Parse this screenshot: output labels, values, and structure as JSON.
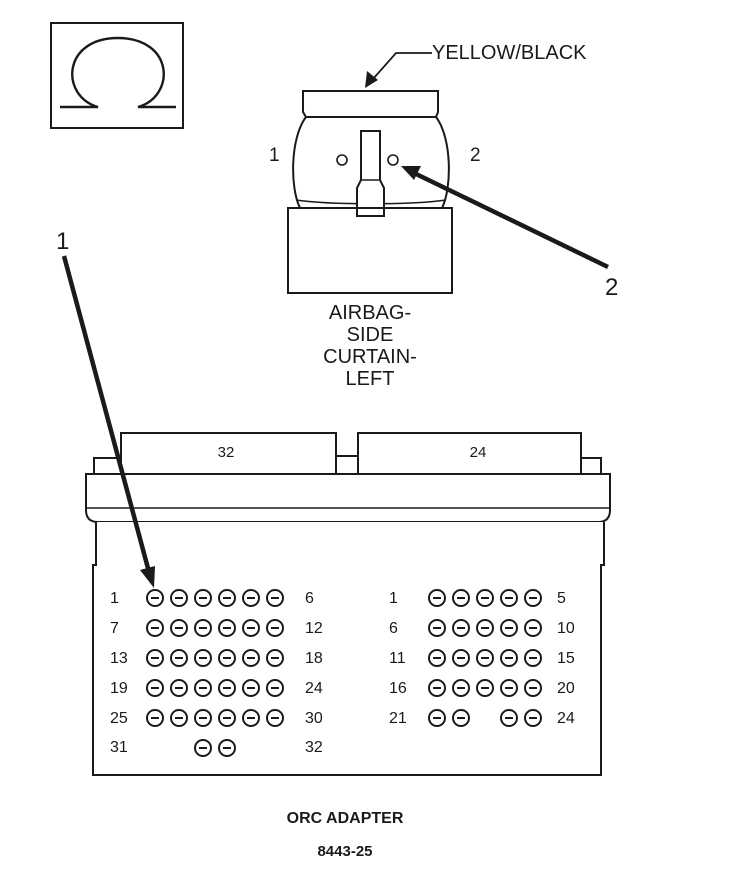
{
  "connector": {
    "wire_color": "YELLOW/BLACK",
    "pin_left": "1",
    "pin_right": "2",
    "name_lines": [
      "AIRBAG-",
      "SIDE",
      "CURTAIN-",
      "LEFT"
    ]
  },
  "callouts": {
    "callout_1": "1",
    "callout_2": "2"
  },
  "adapter": {
    "connector_a_label": "32",
    "connector_b_label": "24",
    "left_rows": [
      {
        "start": "1",
        "end": "6"
      },
      {
        "start": "7",
        "end": "12"
      },
      {
        "start": "13",
        "end": "18"
      },
      {
        "start": "19",
        "end": "24"
      },
      {
        "start": "25",
        "end": "30"
      },
      {
        "start": "31",
        "end": "32"
      }
    ],
    "right_rows": [
      {
        "start": "1",
        "end": "5"
      },
      {
        "start": "6",
        "end": "10"
      },
      {
        "start": "11",
        "end": "15"
      },
      {
        "start": "16",
        "end": "20"
      },
      {
        "start": "21",
        "end": "24"
      }
    ]
  },
  "caption": {
    "title": "ORC ADAPTER",
    "figure_id": "8443-25"
  },
  "icons": {
    "symbol": "omega-resistance-icon"
  }
}
